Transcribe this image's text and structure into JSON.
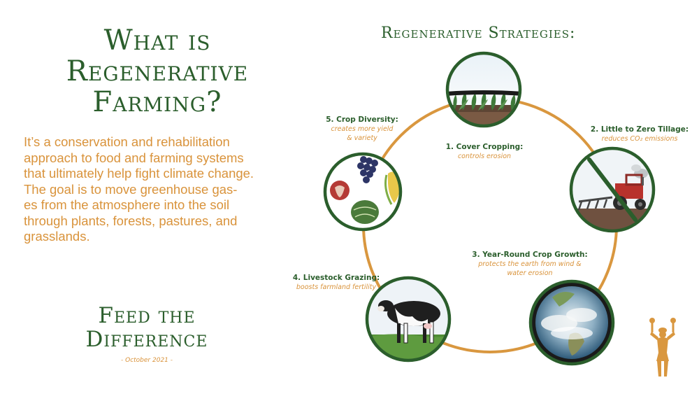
{
  "title": {
    "line1": "What is",
    "line2": "Regenerative",
    "line3": "Farming?"
  },
  "description": {
    "line1": "It’s a conservation and rehabilitation",
    "line2": "approach to food and farming systems",
    "line3": "that ultimately help fight climate change.",
    "line4": "The goal is to move greenhouse gas-",
    "line5": "es from the atmosphere into the soil",
    "line6": "through plants, forests, pastures, and",
    "line7": "grasslands."
  },
  "brand": {
    "line1": "Feed the",
    "line2": "Difference",
    "date": "- October 2021 -"
  },
  "strategies": {
    "heading": "Regenerative Strategies:",
    "items": [
      {
        "title": "1. Cover Cropping:",
        "desc": "controls erosion",
        "icon": "cover-crop-icon"
      },
      {
        "title": "2. Little to Zero Tillage:",
        "desc": "reduces CO₂ emissions",
        "icon": "no-tillage-tractor-icon"
      },
      {
        "title": "3. Year-Round Crop Growth:",
        "desc1": "protects the earth from wind &",
        "desc2": "water erosion",
        "icon": "earth-globe-icon"
      },
      {
        "title": "4. Livestock Grazing:",
        "desc": "boosts farmland fertility",
        "icon": "cow-icon"
      },
      {
        "title": "5. Crop Diversity:",
        "desc1": "creates more yield",
        "desc2": "& variety",
        "icon": "produce-icon"
      }
    ]
  },
  "colors": {
    "green": "#2b5e2c",
    "orange": "#d9933b",
    "ring": "#d9973f"
  }
}
